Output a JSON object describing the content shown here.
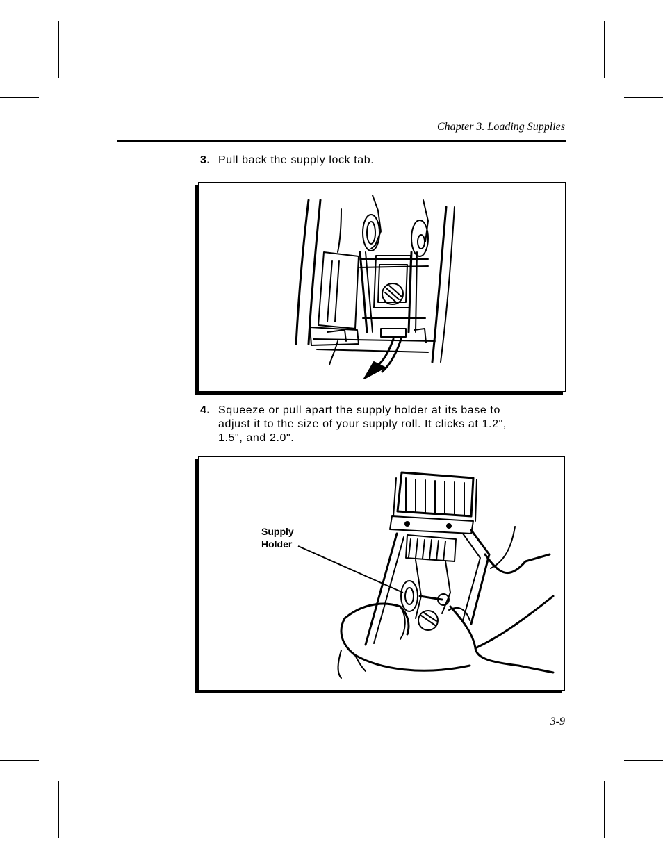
{
  "header": {
    "chapter_title": "Chapter 3.  Loading Supplies"
  },
  "steps": [
    {
      "number": "3.",
      "lines": [
        "Pull back the supply lock tab."
      ]
    },
    {
      "number": "4.",
      "lines": [
        "Squeeze or pull apart the supply holder at its base to",
        "adjust it to the size of your supply roll.  It clicks at 1.2\",",
        "1.5\", and 2.0\"."
      ]
    }
  ],
  "figure2": {
    "callout_line1": "Supply",
    "callout_line2": "Holder"
  },
  "footer": {
    "page_number": "3-9"
  }
}
